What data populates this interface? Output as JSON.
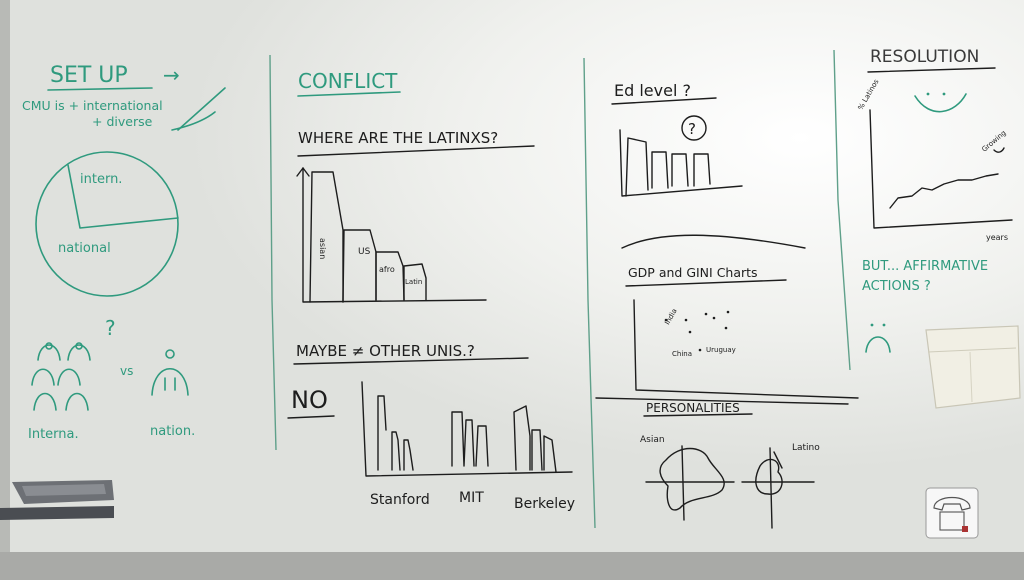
{
  "setup": {
    "title": "SET UP",
    "arrow": "→",
    "line1": "CMU is + international",
    "line2": "+ diverse",
    "pie_intern": "intern.",
    "pie_national": "national",
    "question": "?",
    "vs": "vs",
    "interna": "Interna.",
    "nation": "nation."
  },
  "conflict": {
    "title": "CONFLICT",
    "question1": "WHERE ARE THE LATINXS?",
    "bar_labels": [
      "asian",
      "US",
      "afro",
      "Latin"
    ],
    "question2": "MAYBE ≠ OTHER UNIS.?",
    "answer": "NO",
    "schools": [
      "Stanford",
      "MIT",
      "Berkeley"
    ]
  },
  "ed": {
    "title": "Ed level ?",
    "circled": "?",
    "gdp_title": "GDP and GINI Charts",
    "points": [
      "India",
      "China",
      "Uruguay"
    ],
    "personalities": "PERSONALITIES",
    "asian": "Asian",
    "latino": "Latino"
  },
  "resolution": {
    "title": "RESOLUTION",
    "ylabel": "% Latinos",
    "growing": "Growing",
    "xlabel": "years",
    "but": "BUT... AFFIRMATIVE",
    "actions": "ACTIONS ?"
  },
  "colors": {
    "green_marker": "#2f9a7e",
    "black_marker": "#1d1d1d",
    "board": "#f4f4f2"
  }
}
